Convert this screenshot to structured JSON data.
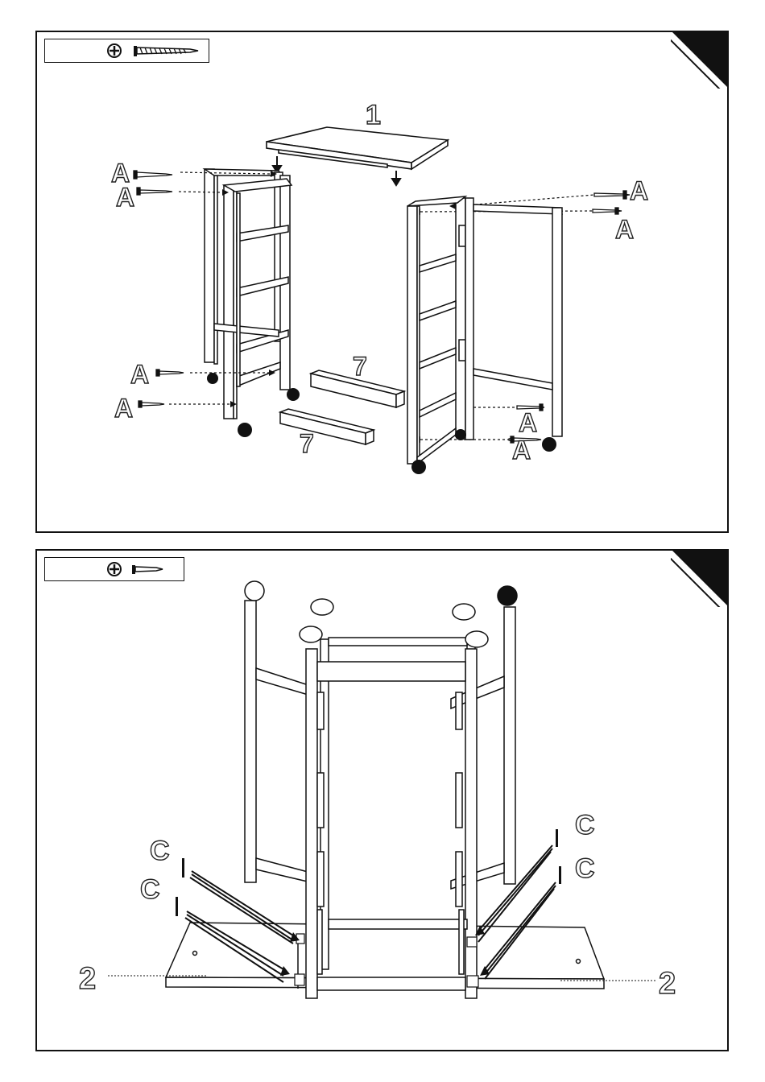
{
  "step1": {
    "tool": "phillips-screwdriver",
    "hardware": "long-screw",
    "labels": {
      "top_panel": "1",
      "stretcher_top": "7",
      "stretcher_bottom": "7",
      "screw": "A"
    }
  },
  "step2": {
    "tool": "phillips-screwdriver",
    "hardware": "short-screw",
    "labels": {
      "board_left": "2",
      "board_right": "2",
      "screw": "C"
    }
  }
}
